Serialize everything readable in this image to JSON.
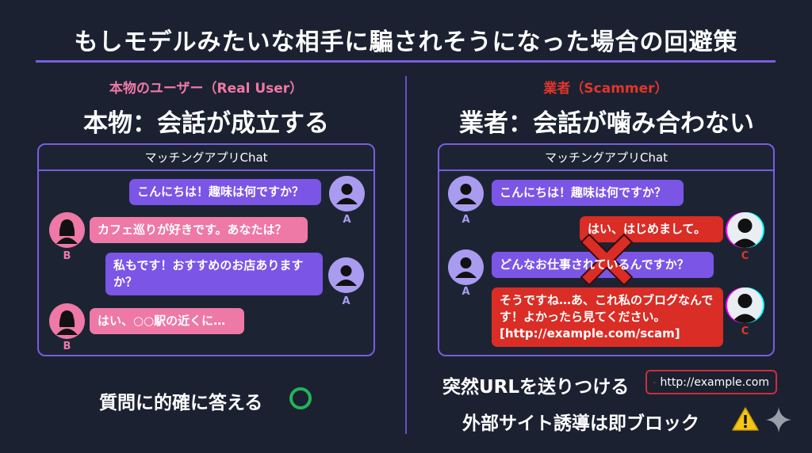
{
  "title": "もしモデルみたいな相手に騙されそうになった場合の回避策",
  "left": {
    "label": "本物のユーザー（Real User）",
    "heading": "本物：会話が成立する",
    "chat_title": "マッチングアプリChat",
    "messages": [
      {
        "sender": "A",
        "text": "こんにちは！趣味は何ですか？"
      },
      {
        "sender": "B",
        "text": "カフェ巡りが好きです。あなたは？"
      },
      {
        "sender": "A",
        "text": "私もです！おすすめのお店ありますか？"
      },
      {
        "sender": "B",
        "text": "はい、○○駅の近くに…"
      }
    ],
    "footer": "質問に的確に答える"
  },
  "right": {
    "label": "業者（Scammer）",
    "heading": "業者：会話が噛み合わない",
    "chat_title": "マッチングアプリChat",
    "messages": [
      {
        "sender": "A",
        "text": "こんにちは！趣味は何ですか？"
      },
      {
        "sender": "C",
        "text": "はい、はじめまして。"
      },
      {
        "sender": "A",
        "text": "どんなお仕事されているんですか？"
      },
      {
        "sender": "C",
        "text": "そうですね…あ、これ私のブログなんです！よかったら見てください。[http://example.com/scam]"
      }
    ],
    "footer1": "突然URLを送りつける",
    "url": "http://example.com",
    "footer2": "外部サイト誘導は即ブロック"
  },
  "colors": {
    "background": "#1b2130",
    "accent": "#7a5ce0",
    "real_user": "#ee78a6",
    "scammer": "#d92d25",
    "ok": "#22b45a"
  }
}
